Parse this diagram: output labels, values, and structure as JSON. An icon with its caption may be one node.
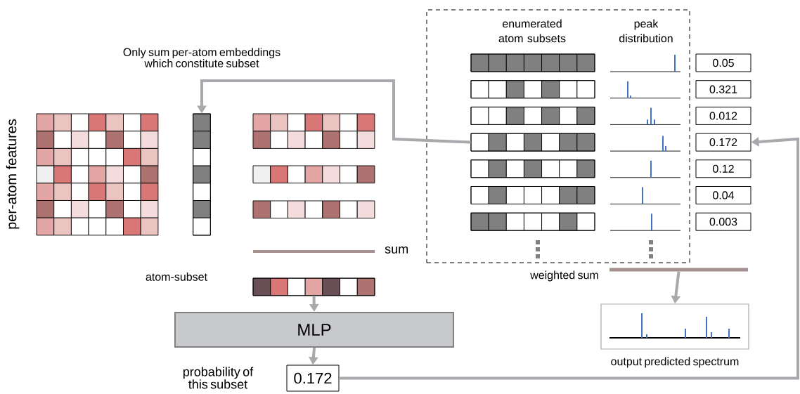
{
  "diagram": {
    "nodes": [
      {
        "text": [
          "enumerated atom subsets",
          "peak distribution"
        ]
      },
      {
        "text": [],
        "shape": "bar",
        "in": 0
      },
      {
        "text": [],
        "shape": "bar",
        "in": 0
      },
      {
        "text": [],
        "shape": "bar",
        "in": 0
      },
      {
        "text": [],
        "shape": "bar",
        "in": 0
      },
      {
        "text": [],
        "shape": "bar",
        "in": 0
      },
      {
        "text": [],
        "shape": "bar",
        "in": 0
      },
      {
        "text": [],
        "shape": "bar",
        "in": 0
      },
      {
        "text": [
          "0.05"
        ]
      },
      {
        "text": [
          "0.321"
        ]
      },
      {
        "text": [
          "0.012"
        ]
      },
      {
        "text": [
          "0.172"
        ]
      },
      {
        "text": [
          "0.12"
        ]
      },
      {
        "text": [
          "0.04"
        ]
      },
      {
        "text": [
          "0.003"
        ]
      },
      {
        "text": [],
        "shape": "bar"
      },
      {
        "text": [],
        "shape": "bar"
      },
      {
        "text": [
          "MLP"
        ]
      },
      {
        "text": [
          "0.172"
        ]
      },
      {
        "text": [],
        "shape": "bar",
        "beside": [
          "weighted sum"
        ]
      },
      {
        "text": [],
        "shape": "box",
        "beside": [
          "output predicted spectrum"
        ]
      }
    ],
    "edges": [
      {
        "from": 4,
        "to": 15,
        "arrow": "to"
      },
      {
        "from": 16,
        "to": 17,
        "arrow": "to"
      },
      {
        "from": 17,
        "to": 18,
        "arrow": "to"
      },
      {
        "from": 18,
        "to": 11,
        "arrow": "to"
      },
      {
        "from": 19,
        "to": 20,
        "arrow": "to"
      }
    ],
    "labels": [
      "Only sum per-atom embeddings which constitute subset",
      "per-atom features",
      "sum",
      "atom-subset",
      "probability of this subset"
    ]
  }
}
